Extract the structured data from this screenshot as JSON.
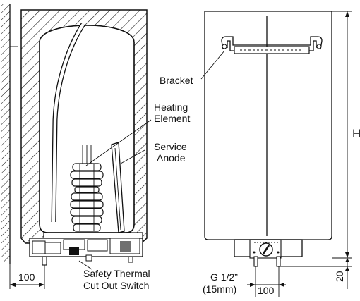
{
  "labels": {
    "heating_element_line1": "Heating",
    "heating_element_line2": "Element",
    "service_anode_line1": "Service",
    "service_anode_line2": "Anode",
    "safety_line1": "Safety Thermal",
    "safety_line2": "Cut Out Switch",
    "bracket": "Bracket",
    "height": "H",
    "thread_line1": "G 1/2”",
    "thread_line2": "(15mm)"
  },
  "dimensions": {
    "left_offset": "100",
    "inlet_spacing": "100",
    "bottom_clearance": "20"
  }
}
